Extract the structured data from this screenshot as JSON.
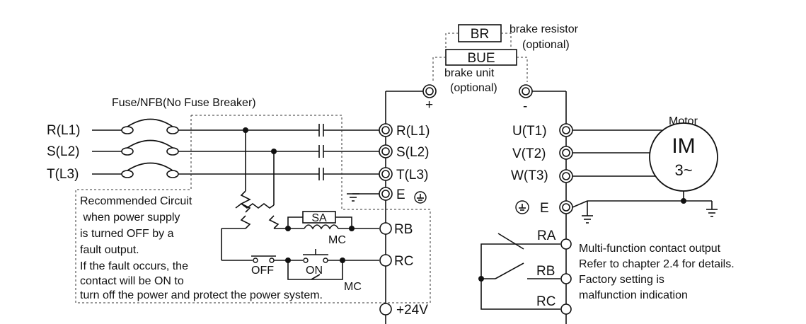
{
  "diagram": {
    "input_phases": [
      "R(L1)",
      "S(L2)",
      "T(L3)"
    ],
    "fuse_label": "Fuse/NFB(No Fuse Breaker)",
    "brake_resistor": {
      "box": "BR",
      "label_line1": "brake resistor",
      "label_line2": "(optional)"
    },
    "brake_unit": {
      "box": "BUE",
      "label_line1": "brake unit",
      "label_line2": "(optional)"
    },
    "dc_plus": "+",
    "dc_minus": "-",
    "drive_input_terminals": [
      "R(L1)",
      "S(L2)",
      "T(L3)",
      "E"
    ],
    "drive_output_terminals": [
      "U(T1)",
      "V(T2)",
      "W(T3)",
      "E"
    ],
    "motor": {
      "title": "Motor",
      "symbol": "IM",
      "phase": "3~"
    },
    "fault_terminals": [
      "RB",
      "RC"
    ],
    "plus24": "+24V",
    "sa_label": "SA",
    "mc_label_1": "MC",
    "mc_label_2": "MC",
    "off_label": "OFF",
    "on_label": "ON",
    "note_lines": [
      "Recommended Circuit",
      " when power supply",
      "is turned OFF by a",
      "fault output.",
      "If the fault occurs, the",
      "contact will be ON to",
      "turn off the power and protect the power system."
    ],
    "relay_terminals": [
      "RA",
      "RB",
      "RC"
    ],
    "relay_notes": [
      "Multi-function contact output",
      "Refer to chapter 2.4 for details.",
      "Factory setting is",
      "malfunction indication"
    ]
  }
}
